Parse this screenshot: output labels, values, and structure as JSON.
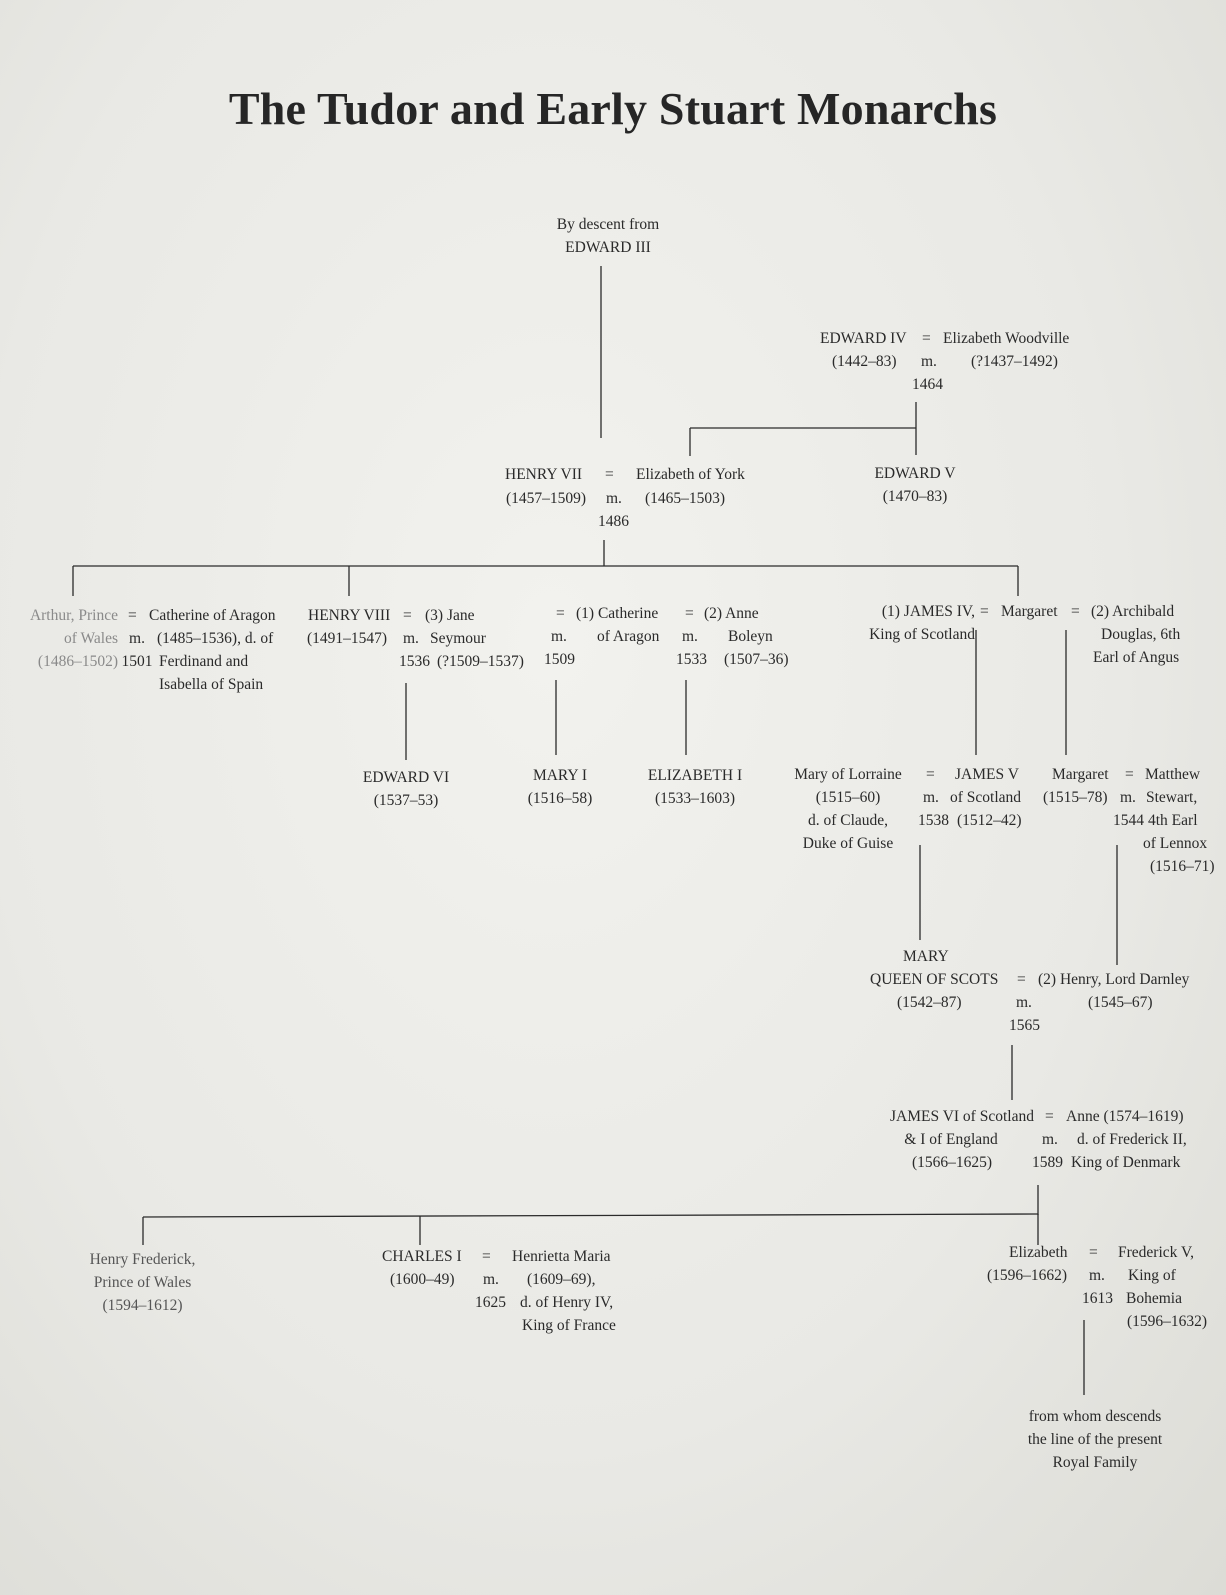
{
  "title": "The Tudor and Early Stuart Monarchs",
  "nodes": {
    "root": [
      "By descent from",
      "EDWARD III"
    ],
    "edward_iv": {
      "row1": [
        "EDWARD IV",
        "=",
        "Elizabeth Woodville"
      ],
      "row2": [
        "(1442–83)",
        "m.",
        "(?1437–1492)"
      ],
      "row3": "1464"
    },
    "henry_vii": {
      "row1": [
        "HENRY VII",
        "=",
        "Elizabeth of York"
      ],
      "row2": [
        "(1457–1509)",
        "m.",
        "(1465–1503)"
      ],
      "row3": "1486"
    },
    "edward_v": [
      "EDWARD V",
      "(1470–83)"
    ],
    "arthur": {
      "col1": [
        "Arthur, Prince",
        "of Wales",
        "(1486–1502)"
      ],
      "eq": "=",
      "col2": [
        "m.",
        "1501"
      ],
      "col3": [
        "Catherine of Aragon",
        "(1485–1536), d. of",
        "Ferdinand and",
        "Isabella of Spain"
      ]
    },
    "henry_viii": {
      "name": "HENRY VIII",
      "dates": "(1491–1547)",
      "eq": "=",
      "wife3": [
        "(3) Jane",
        "Seymour",
        "(?1509–1537)"
      ],
      "m": "m.",
      "year": "1536"
    },
    "catherine": {
      "eq": "=",
      "m": "m.",
      "year": "1509",
      "wife": [
        "(1) Catherine",
        "of Aragon"
      ]
    },
    "anne": {
      "eq": "=",
      "m": "m.",
      "year": "1533",
      "wife": [
        "(2) Anne",
        "Boleyn",
        "(1507–36)"
      ]
    },
    "james_iv": {
      "husband1": [
        "(1) JAMES IV,",
        "King of Scotland"
      ],
      "eq1": "=",
      "name": "Margaret",
      "eq2": "=",
      "husband2": [
        "(2) Archibald",
        "Douglas, 6th",
        "Earl of Angus"
      ]
    },
    "edward_vi": [
      "EDWARD VI",
      "(1537–53)"
    ],
    "mary_i": [
      "MARY I",
      "(1516–58)"
    ],
    "elizabeth_i": [
      "ELIZABETH I",
      "(1533–1603)"
    ],
    "mary_lorraine": [
      "Mary of Lorraine",
      "(1515–60)",
      "d. of Claude,",
      "Duke of Guise"
    ],
    "james_v": {
      "eq": "=",
      "m": "m.",
      "year": "1538",
      "name": "JAMES V",
      "title": "of Scotland",
      "dates": "(1512–42)"
    },
    "margaret_lennox": {
      "name": "Margaret",
      "dates": "(1515–78)",
      "eq": "=",
      "m": "m.",
      "year": "1544",
      "husband": [
        "Matthew",
        "Stewart,",
        "4th Earl",
        "of Lennox",
        "(1516–71)"
      ]
    },
    "mary_qos": {
      "row0": "MARY",
      "row1": [
        "QUEEN OF SCOTS",
        "=",
        "(2) Henry, Lord Darnley"
      ],
      "row2": [
        "(1542–87)",
        "m.",
        "(1545–67)"
      ],
      "row3": "1565"
    },
    "james_vi": {
      "name": [
        "JAMES VI of Scotland",
        "& I of England",
        "(1566–1625)"
      ],
      "eq": "=",
      "m": "m.",
      "year": "1589",
      "wife": [
        "Anne (1574–1619)",
        "d. of Frederick II,",
        "King of Denmark"
      ]
    },
    "henry_frederick": [
      "Henry Frederick,",
      "Prince of Wales",
      "(1594–1612)"
    ],
    "charles_i": {
      "name": "CHARLES I",
      "dates": "(1600–49)",
      "eq": "=",
      "m": "m.",
      "year": "1625",
      "wife": [
        "Henrietta Maria",
        "(1609–69),",
        "d. of Henry IV,",
        "King of France"
      ]
    },
    "elizabeth": {
      "name": "Elizabeth",
      "dates": "(1596–1662)",
      "eq": "=",
      "m": "m.",
      "year": "1613",
      "husband": [
        "Frederick V,",
        "King of",
        "Bohemia",
        "(1596–1632)"
      ]
    },
    "descent_note": [
      "from whom descends",
      "the line of the present",
      "Royal Family"
    ]
  }
}
